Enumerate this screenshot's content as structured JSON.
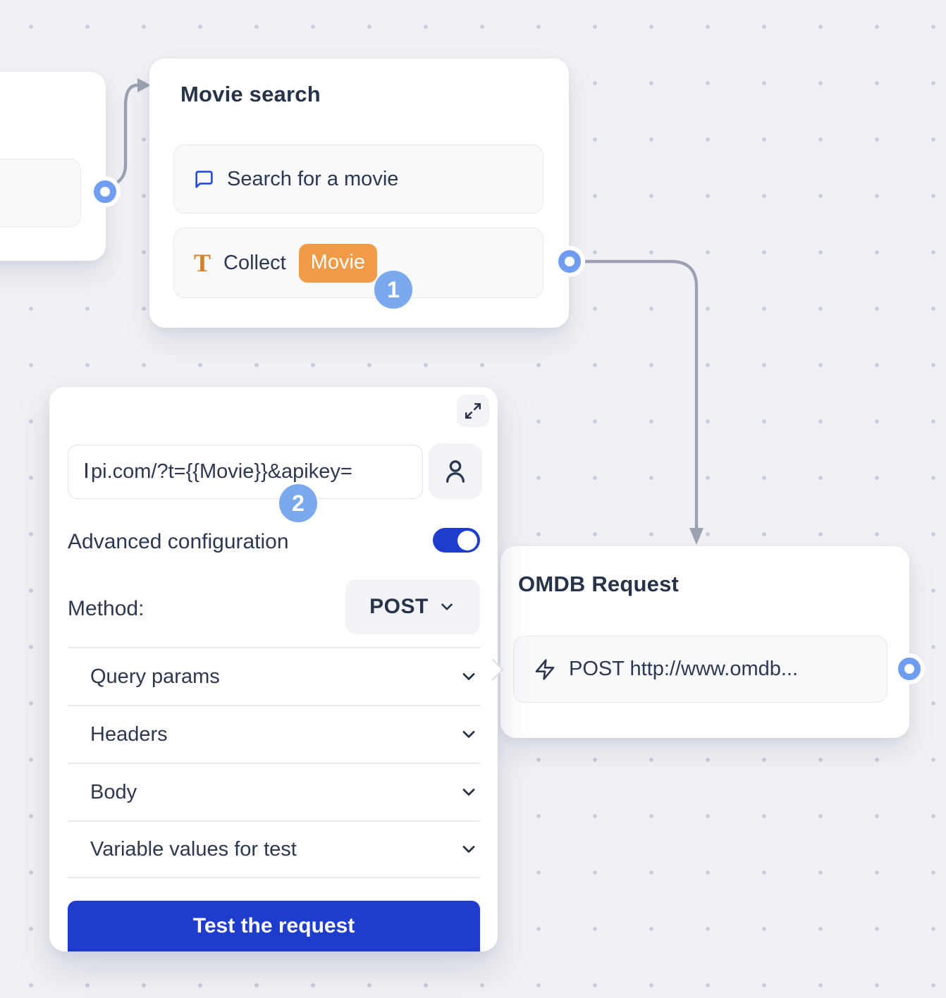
{
  "canvas": {
    "background": "#f0f1f5",
    "dot_color": "#c6cdda"
  },
  "colors": {
    "accent_blue": "#1f3dcd",
    "connector_gray": "#9aa2b2",
    "ring_blue": "#6f9df1",
    "step_badge_blue": "#7aa9ed",
    "variable_orange": "#f09b48",
    "text_icon_orange": "#d3802b",
    "chat_icon_blue": "#1c43e6",
    "text_navy": "#2c3850"
  },
  "nodes": {
    "movie_search": {
      "title": "Movie search",
      "items": [
        {
          "icon": "chat-bubble-icon",
          "label": "Search for a movie"
        },
        {
          "icon": "text-input-icon",
          "icon_glyph": "T",
          "label": "Collect",
          "variable_tag": "Movie"
        }
      ],
      "step_badge": "1"
    },
    "omdb_request": {
      "title": "OMDB Request",
      "items": [
        {
          "icon": "lightning-icon",
          "label": "POST http://www.omdb..."
        }
      ]
    }
  },
  "editor_panel": {
    "url_value": "pi.com/?t={{Movie}}&apikey=",
    "advanced_label": "Advanced configuration",
    "advanced_on": true,
    "method_label": "Method:",
    "method_value": "POST",
    "sections": [
      {
        "label": "Query params"
      },
      {
        "label": "Headers"
      },
      {
        "label": "Body"
      },
      {
        "label": "Variable values for test"
      }
    ],
    "test_button_label": "Test the request",
    "step_badge": "2"
  }
}
